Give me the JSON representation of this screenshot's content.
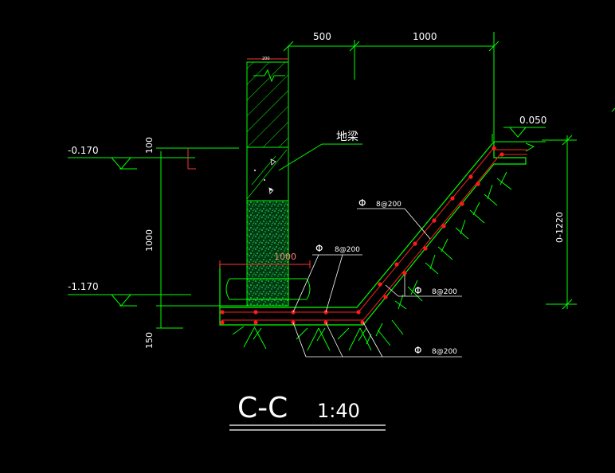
{
  "colors": {
    "background": "#000000",
    "structure": "#00ff00",
    "text": "#ffffff",
    "rebar": "#ff0000",
    "concrete_fill": "#00cc44"
  },
  "dimensions": {
    "top_left": "500",
    "top_right": "1000",
    "width_tag": "200",
    "left_upper": "100",
    "left_middle": "1000",
    "left_lower": "150",
    "base_width": "1000",
    "right_height": "0-1220"
  },
  "elevations": {
    "upper_left": "-0.170",
    "lower_left": "-1.170",
    "right_top": "0.050"
  },
  "labels": {
    "ground_beam": "地梁"
  },
  "rebar_callouts": [
    {
      "symbol": "Φ",
      "spec": "8@200"
    },
    {
      "symbol": "Φ",
      "spec": "8@200"
    },
    {
      "symbol": "Φ",
      "spec": "8@200"
    },
    {
      "symbol": "Φ",
      "spec": "8@200"
    }
  ],
  "title": {
    "section": "C-C",
    "scale": "1:40"
  }
}
